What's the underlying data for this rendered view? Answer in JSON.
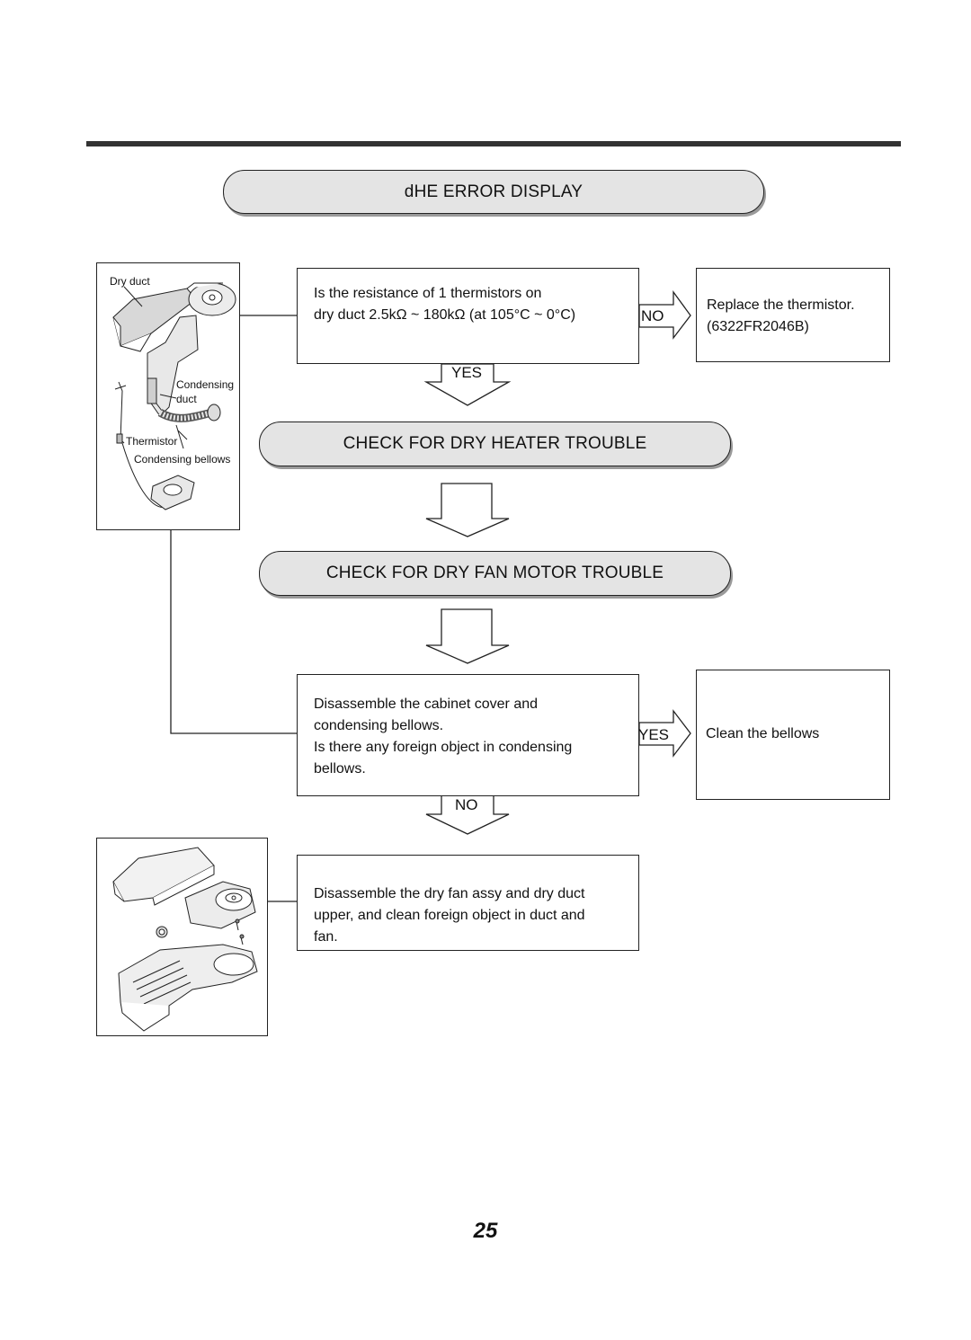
{
  "title": "dHE  ERROR DISPLAY",
  "steps": {
    "check_thermistor": {
      "lines": [
        "Is the resistance of 1 thermistors on",
        "dry duct 2.5kΩ ~ 180kΩ (at 105°C  ~ 0°C)"
      ]
    },
    "no_label_1": "NO",
    "replace_thermistor": {
      "lines": [
        "Replace the thermistor.",
        "(6322FR2046B)"
      ]
    },
    "yes_label_1": "YES",
    "dry_heater": "CHECK FOR DRY HEATER TROUBLE",
    "dry_fan_motor": "CHECK FOR DRY FAN MOTOR TROUBLE",
    "check_bellows": {
      "lines": [
        "Disassemble the cabinet cover and",
        "condensing bellows.",
        "Is there any foreign object in condensing",
        "bellows."
      ]
    },
    "yes_label_2": "YES",
    "clean_bellows": "Clean the bellows",
    "no_label_2": "NO",
    "disassemble_fan": {
      "lines": [
        "Disassemble the dry fan assy and dry duct",
        "upper, and clean foreign object in duct and",
        "fan."
      ]
    }
  },
  "figure_top": {
    "labels": {
      "dry_duct": "Dry duct",
      "condensing": "Condensing",
      "duct": "duct",
      "thermistor": "Thermistor",
      "bellows": "Condensing bellows"
    }
  },
  "page_number": "25",
  "colors": {
    "pill_fill": "#e4e4e4",
    "line": "#222222",
    "rule": "#333333"
  }
}
